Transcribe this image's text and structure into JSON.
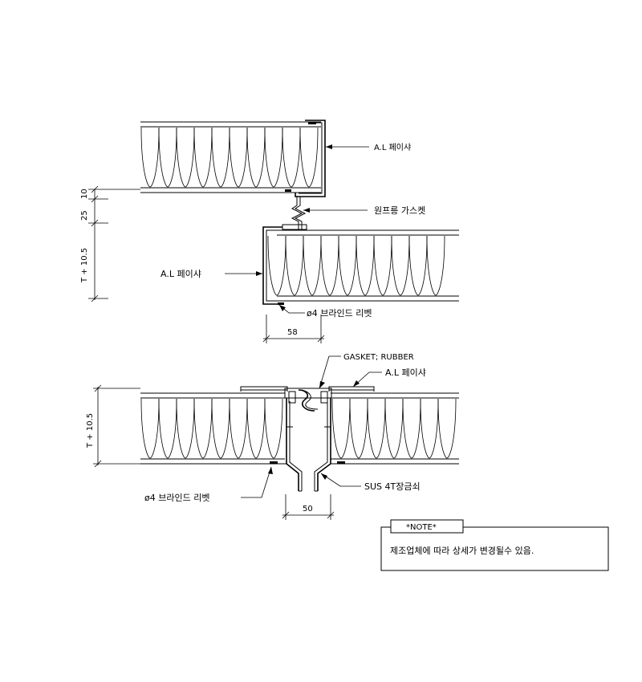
{
  "upper_detail": {
    "labels": {
      "al_facia_right": "A.L 페이샤",
      "one_touch_gasket": "원프릉 가스켓",
      "al_facia_left": "A.L 페이샤",
      "blind_rivet": "ø4 브라인드 리벳"
    },
    "dimensions": {
      "dim_10": "10",
      "dim_25": "25",
      "dim_t": "T + 10.5",
      "dim_58": "58"
    }
  },
  "lower_detail": {
    "labels": {
      "gasket_rubber": "GASKET; RUBBER",
      "al_facia": "A.L 페이샤",
      "blind_rivet": "ø4 브라인드 리벳",
      "sus_fitting": "SUS 4T장금쇠"
    },
    "dimensions": {
      "dim_t": "T + 10.5",
      "dim_50": "50"
    }
  },
  "note": {
    "title": "*NOTE*",
    "text": "제조업체에 따라 상세가 변경될수 있음."
  }
}
